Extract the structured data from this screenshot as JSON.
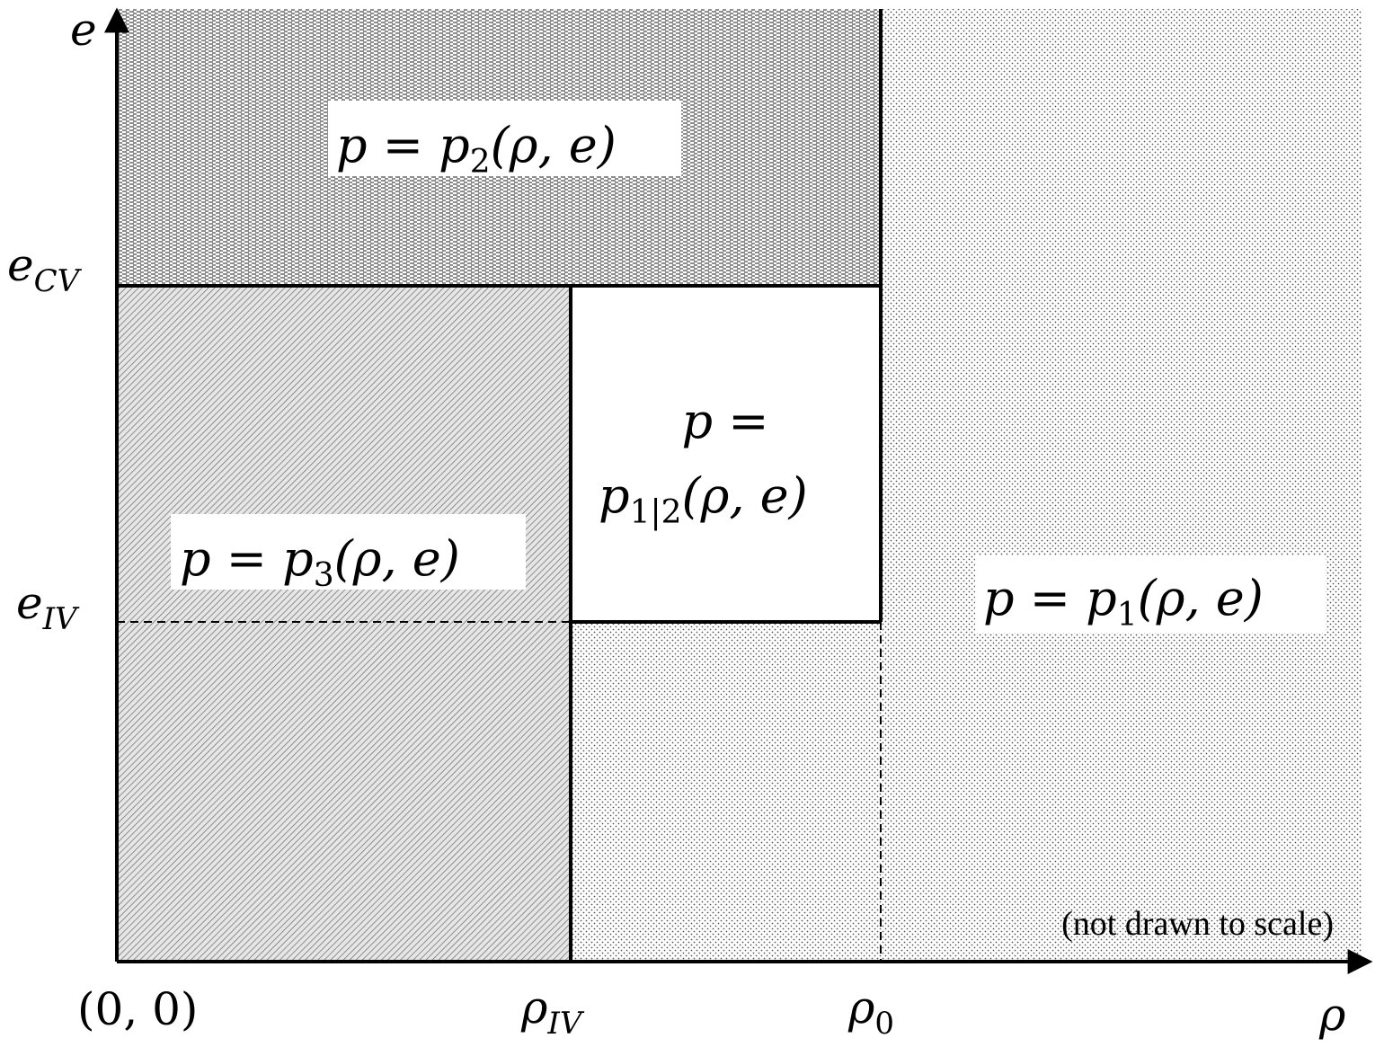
{
  "axes": {
    "y_label": "e",
    "x_label": "ρ",
    "origin_label": "(0, 0)"
  },
  "ticks": {
    "e_cv": {
      "base": "e",
      "sub": "CV"
    },
    "e_iv": {
      "base": "e",
      "sub": "IV"
    },
    "rho_iv": {
      "base": "ρ",
      "sub": "IV"
    },
    "rho_0": {
      "base": "ρ",
      "sub": "0"
    }
  },
  "regions": {
    "p2": {
      "lhs": "p = p",
      "sub": "2",
      "args": "(ρ, e)"
    },
    "p3": {
      "lhs": "p = p",
      "sub": "3",
      "args": "(ρ, e)"
    },
    "p12": {
      "line1": "p =",
      "base": "p",
      "sub": "1|2",
      "args": "(ρ, e)"
    },
    "p1": {
      "lhs": "p = p",
      "sub": "1",
      "args": "(ρ, e)"
    }
  },
  "note": "(not drawn to scale)",
  "colors": {
    "line": "#000000",
    "label_background": "#ffffff"
  }
}
